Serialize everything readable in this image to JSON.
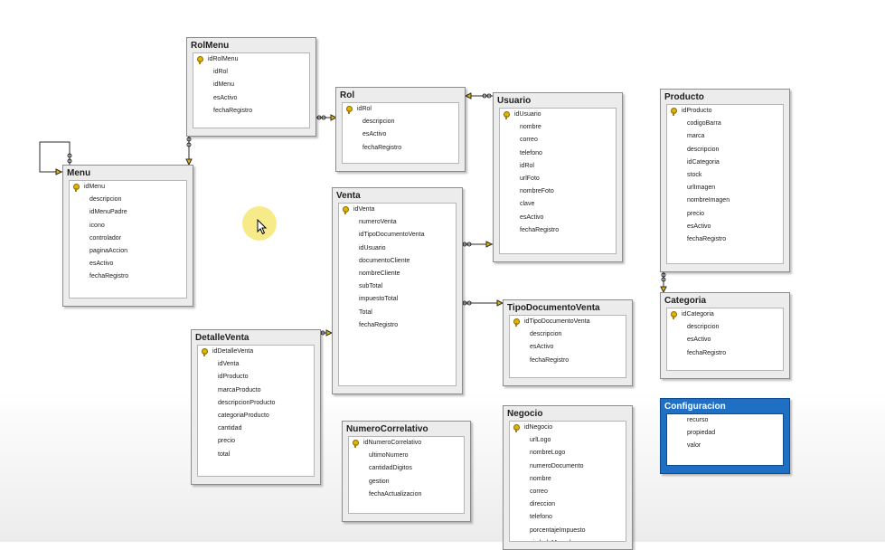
{
  "tables": [
    {
      "id": "RolMenu",
      "title": "RolMenu",
      "selected": false,
      "columns": [
        {
          "name": "idRolMenu",
          "pk": true
        },
        {
          "name": "idRol"
        },
        {
          "name": "idMenu"
        },
        {
          "name": "esActivo"
        },
        {
          "name": "fechaRegistro"
        }
      ]
    },
    {
      "id": "Rol",
      "title": "Rol",
      "selected": false,
      "columns": [
        {
          "name": "idRol",
          "pk": true
        },
        {
          "name": "descripcion"
        },
        {
          "name": "esActivo"
        },
        {
          "name": "fechaRegistro"
        }
      ]
    },
    {
      "id": "Usuario",
      "title": "Usuario",
      "selected": false,
      "columns": [
        {
          "name": "idUsuario",
          "pk": true
        },
        {
          "name": "nombre"
        },
        {
          "name": "correo"
        },
        {
          "name": "telefono"
        },
        {
          "name": "idRol"
        },
        {
          "name": "urlFoto"
        },
        {
          "name": "nombreFoto"
        },
        {
          "name": "clave"
        },
        {
          "name": "esActivo"
        },
        {
          "name": "fechaRegistro"
        }
      ]
    },
    {
      "id": "Producto",
      "title": "Producto",
      "selected": false,
      "columns": [
        {
          "name": "idProducto",
          "pk": true
        },
        {
          "name": "codigoBarra"
        },
        {
          "name": "marca"
        },
        {
          "name": "descripcion"
        },
        {
          "name": "idCategoria"
        },
        {
          "name": "stock"
        },
        {
          "name": "urlImagen"
        },
        {
          "name": "nombreImagen"
        },
        {
          "name": "precio"
        },
        {
          "name": "esActivo"
        },
        {
          "name": "fechaRegistro"
        }
      ]
    },
    {
      "id": "Menu",
      "title": "Menu",
      "selected": false,
      "columns": [
        {
          "name": "idMenu",
          "pk": true
        },
        {
          "name": "descripcion"
        },
        {
          "name": "idMenuPadre"
        },
        {
          "name": "icono"
        },
        {
          "name": "controlador"
        },
        {
          "name": "paginaAccion"
        },
        {
          "name": "esActivo"
        },
        {
          "name": "fechaRegistro"
        }
      ]
    },
    {
      "id": "Venta",
      "title": "Venta",
      "selected": false,
      "columns": [
        {
          "name": "idVenta",
          "pk": true
        },
        {
          "name": "numeroVenta"
        },
        {
          "name": "idTipoDocumentoVenta"
        },
        {
          "name": "idUsuario"
        },
        {
          "name": "documentoCliente"
        },
        {
          "name": "nombreCliente"
        },
        {
          "name": "subTotal"
        },
        {
          "name": "impuestoTotal"
        },
        {
          "name": "Total"
        },
        {
          "name": "fechaRegistro"
        }
      ]
    },
    {
      "id": "Categoria",
      "title": "Categoria",
      "selected": false,
      "columns": [
        {
          "name": "idCategoria",
          "pk": true
        },
        {
          "name": "descripcion"
        },
        {
          "name": "esActivo"
        },
        {
          "name": "fechaRegistro"
        }
      ]
    },
    {
      "id": "TipoDocumentoVenta",
      "title": "TipoDocumentoVenta",
      "selected": false,
      "columns": [
        {
          "name": "idTipoDocumentoVenta",
          "pk": true
        },
        {
          "name": "descripcion"
        },
        {
          "name": "esActivo"
        },
        {
          "name": "fechaRegistro"
        }
      ]
    },
    {
      "id": "DetalleVenta",
      "title": "DetalleVenta",
      "selected": false,
      "columns": [
        {
          "name": "idDetalleVenta",
          "pk": true
        },
        {
          "name": "idVenta"
        },
        {
          "name": "idProducto"
        },
        {
          "name": "marcaProducto"
        },
        {
          "name": "descripcionProducto"
        },
        {
          "name": "categoriaProducto"
        },
        {
          "name": "cantidad"
        },
        {
          "name": "precio"
        },
        {
          "name": "total"
        }
      ]
    },
    {
      "id": "Configuracion",
      "title": "Configuracion",
      "selected": true,
      "columns": [
        {
          "name": "recurso"
        },
        {
          "name": "propiedad"
        },
        {
          "name": "valor"
        }
      ]
    },
    {
      "id": "NumeroCorrelativo",
      "title": "NumeroCorrelativo",
      "selected": false,
      "columns": [
        {
          "name": "idNumeroCorrelativo",
          "pk": true
        },
        {
          "name": "ultimoNumero"
        },
        {
          "name": "cantidadDigitos"
        },
        {
          "name": "gestion"
        },
        {
          "name": "fechaActualizacion"
        }
      ]
    },
    {
      "id": "Negocio",
      "title": "Negocio",
      "selected": false,
      "columns": [
        {
          "name": "idNegocio",
          "pk": true
        },
        {
          "name": "urlLogo"
        },
        {
          "name": "nombreLogo"
        },
        {
          "name": "numeroDocumento"
        },
        {
          "name": "nombre"
        },
        {
          "name": "correo"
        },
        {
          "name": "direccion"
        },
        {
          "name": "telefono"
        },
        {
          "name": "porcentajeImpuesto"
        },
        {
          "name": "simboloMoneda"
        }
      ]
    }
  ],
  "relationships": [
    {
      "from": "RolMenu",
      "to": "Rol"
    },
    {
      "from": "RolMenu",
      "to": "Menu"
    },
    {
      "from": "Menu",
      "to": "Menu"
    },
    {
      "from": "Usuario",
      "to": "Rol"
    },
    {
      "from": "Venta",
      "to": "Usuario"
    },
    {
      "from": "Venta",
      "to": "TipoDocumentoVenta"
    },
    {
      "from": "DetalleVenta",
      "to": "Venta"
    },
    {
      "from": "Producto",
      "to": "Categoria"
    }
  ],
  "colors": {
    "selected_table": "#1f6fc4",
    "key_icon": "#e0b400",
    "connector": "#2b2b2b",
    "highlight": "#f5e66b"
  }
}
